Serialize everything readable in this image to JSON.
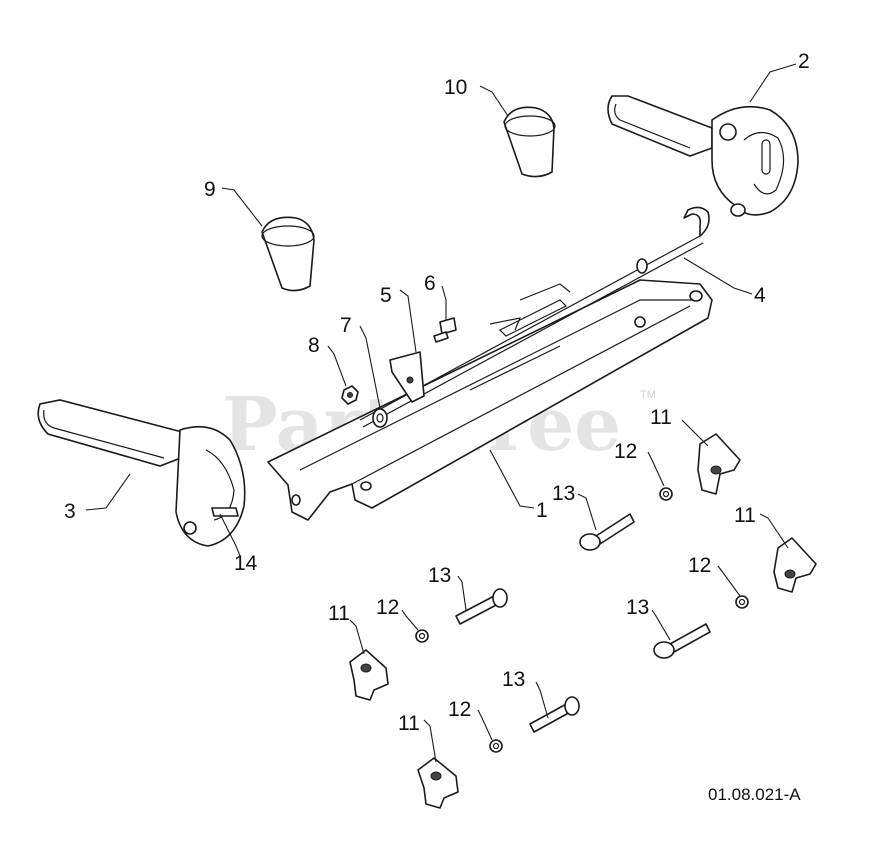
{
  "watermark": {
    "text": "PartsTree",
    "tm": "TM"
  },
  "drawing_code": "01.08.021-A",
  "callouts": {
    "c1": "1",
    "c2": "2",
    "c3": "3",
    "c4": "4",
    "c5": "5",
    "c6": "6",
    "c7": "7",
    "c8": "8",
    "c9": "9",
    "c10": "10",
    "c11a": "11",
    "c11b": "11",
    "c11c": "11",
    "c11d": "11",
    "c12a": "12",
    "c12b": "12",
    "c12c": "12",
    "c12d": "12",
    "c13a": "13",
    "c13b": "13",
    "c13c": "13",
    "c13d": "13",
    "c14": "14"
  }
}
